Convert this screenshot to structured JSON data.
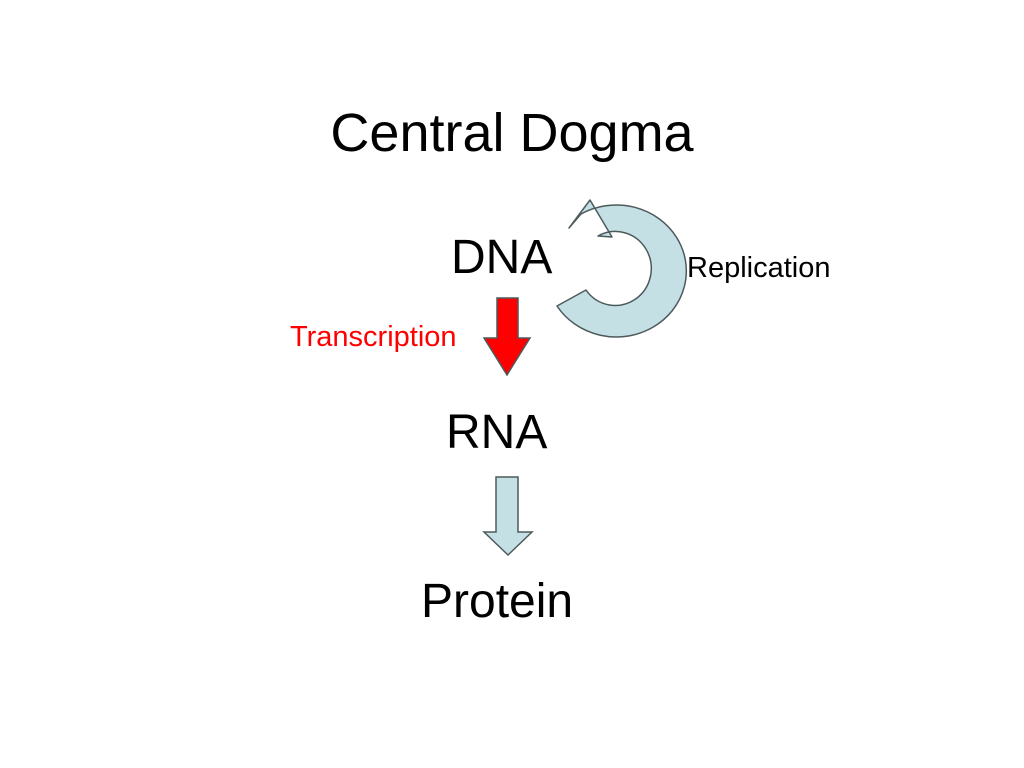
{
  "title": "Central Dogma",
  "nodes": {
    "dna": "DNA",
    "rna": "RNA",
    "protein": "Protein"
  },
  "processes": {
    "transcription": {
      "label": "Transcription",
      "color": "#ff0000"
    },
    "replication": {
      "label": "Replication",
      "color": "#000000"
    }
  },
  "colors": {
    "transcription_arrow": "#ff0000",
    "translation_arrow": "#c5e0e4",
    "replication_arrow": "#c5e0e4",
    "outline": "#4d5a5c"
  }
}
